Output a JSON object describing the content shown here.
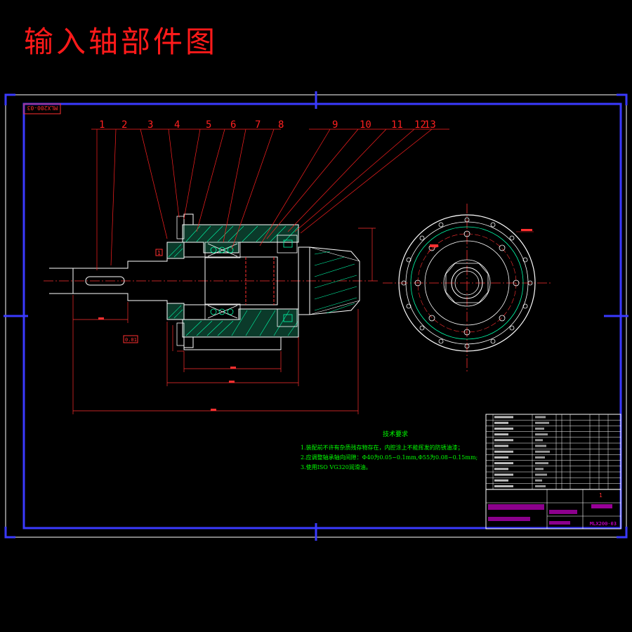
{
  "title": "输入轴部件图",
  "drawing_code_box": "MLX200-03",
  "balloons": [
    "1",
    "2",
    "3",
    "4",
    "5",
    "6",
    "7",
    "8",
    "9",
    "10",
    "11",
    "12",
    "13"
  ],
  "datum_label": "1",
  "tolerance_label": "0.01",
  "tech_requirements": {
    "title": "技术要求",
    "items": [
      "1.装配前不许有杂质残存物存在，内腔涂上不能挥发的防锈油漆；",
      "2.应调整轴承轴向间隙：Φ40为0.05~0.1mm,Φ55为0.08~0.15mm;",
      "3.使用ISO VG320润滑油。"
    ]
  },
  "title_block": {
    "drawing_code": "MLX200-03",
    "sheet_no": "1"
  },
  "colors": {
    "background": "#000000",
    "frame": "#3a3aff",
    "title": "#ff1a1a",
    "outline": "#ffffff",
    "leader": "#ff2020",
    "hatch": "#00ffaa",
    "centerline": "#ff3030",
    "text_green": "#00ff00",
    "magenta": "#ff00ff"
  }
}
